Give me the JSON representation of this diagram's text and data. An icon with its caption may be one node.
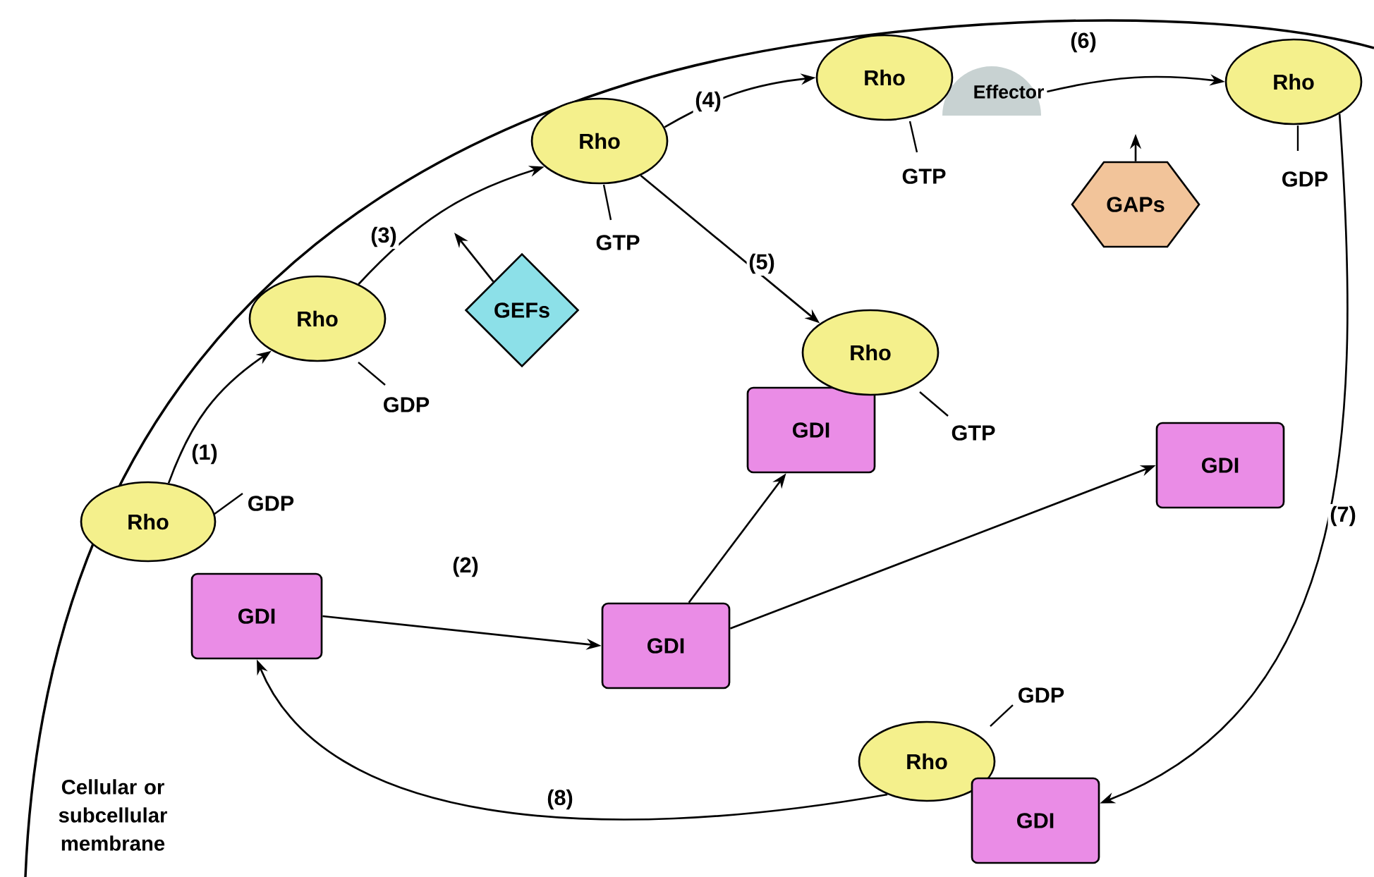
{
  "diagram": {
    "nodes": [
      {
        "text": [
          "Rho"
        ],
        "beside": [
          "GDP"
        ]
      },
      {
        "text": [
          "GDI"
        ]
      },
      {
        "text": [
          "Rho"
        ],
        "beside": [
          "GDP"
        ]
      },
      {
        "text": [
          "GEFs"
        ]
      },
      {
        "text": [
          "Rho"
        ]
      },
      {
        "text": [
          "Rho"
        ]
      },
      {
        "text": [
          "Effector"
        ]
      },
      {
        "text": [
          "GAPs"
        ]
      },
      {
        "text": [
          "Rho"
        ],
        "beside": [
          "GDP"
        ]
      },
      {
        "text": [
          "Rho"
        ],
        "beside": [
          "GTP"
        ]
      },
      {
        "text": [
          "GDI"
        ]
      },
      {
        "text": [
          "GDI"
        ]
      },
      {
        "text": [
          "GDI"
        ]
      },
      {
        "text": [
          "Rho"
        ],
        "beside": [
          "GDP"
        ]
      },
      {
        "text": [
          "GDI"
        ]
      }
    ],
    "edges": [
      {
        "from": 0,
        "to": 2,
        "arrow": "to",
        "label": "(1)"
      },
      {
        "from": 1,
        "to": 11,
        "arrow": "to",
        "label": "(2)"
      },
      {
        "from": 2,
        "to": 4,
        "arrow": "to",
        "label": "(3)"
      },
      {
        "from": 3,
        "to": null,
        "arrow": "to"
      },
      {
        "from": 4,
        "to": 5,
        "arrow": "to",
        "label": "(4)"
      },
      {
        "from": 4,
        "to": 9,
        "arrow": "to",
        "label": "(5)"
      },
      {
        "from": 6,
        "to": 8,
        "arrow": "to",
        "label": "(6)"
      },
      {
        "from": 7,
        "to": null,
        "arrow": "to"
      },
      {
        "from": 8,
        "to": 14,
        "arrow": "to",
        "label": "(7)"
      },
      {
        "from": 13,
        "to": 1,
        "arrow": "to",
        "label": "(8)"
      },
      {
        "from": 11,
        "to": 10,
        "arrow": "to"
      },
      {
        "from": 11,
        "to": 12,
        "arrow": "to"
      }
    ],
    "labels": [
      "GTP",
      "GTP",
      "Cellular or subcellular membrane"
    ]
  }
}
